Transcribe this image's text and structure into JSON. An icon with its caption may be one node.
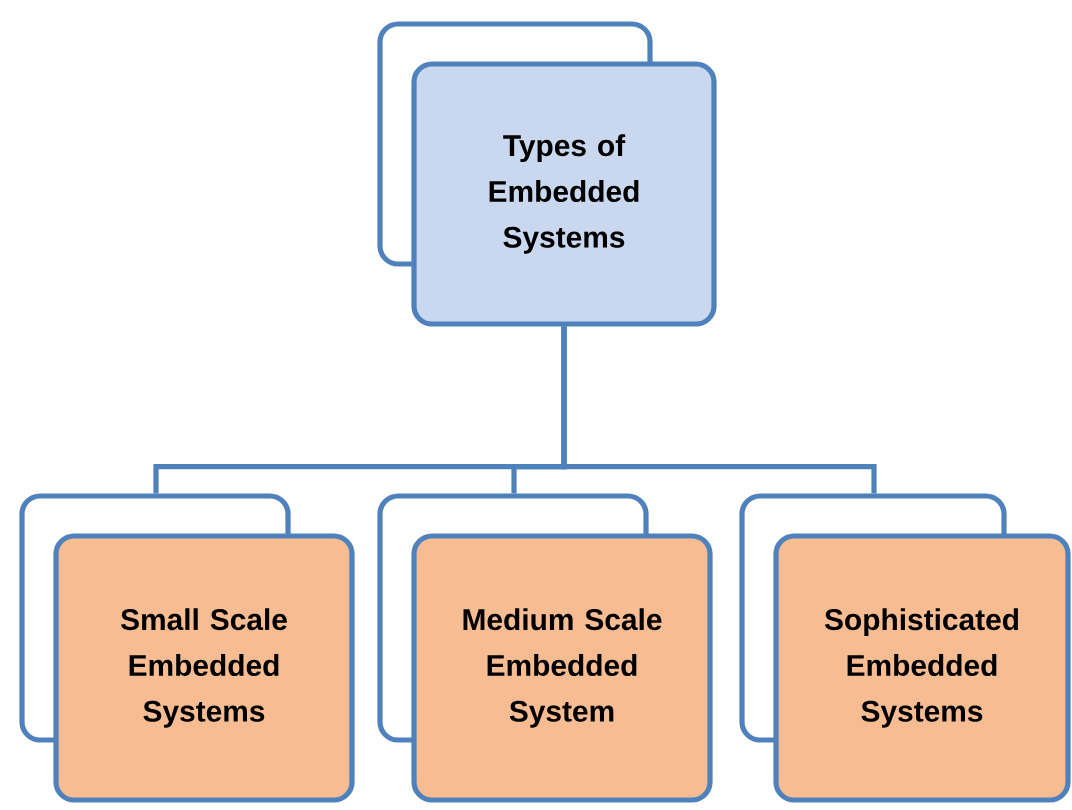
{
  "diagram": {
    "nodes": [
      {
        "text": [
          "Types of Embedded Systems"
        ]
      },
      {
        "text": [
          "Small Scale Embedded Systems"
        ]
      },
      {
        "text": [
          "Medium Scale Embedded System"
        ]
      },
      {
        "text": [
          "Sophisticated Embedded Systems"
        ]
      }
    ],
    "edges": [
      {
        "from": 0,
        "to": 1,
        "arrow": "none"
      },
      {
        "from": 0,
        "to": 2,
        "arrow": "none"
      },
      {
        "from": 0,
        "to": 3,
        "arrow": "none"
      }
    ]
  }
}
